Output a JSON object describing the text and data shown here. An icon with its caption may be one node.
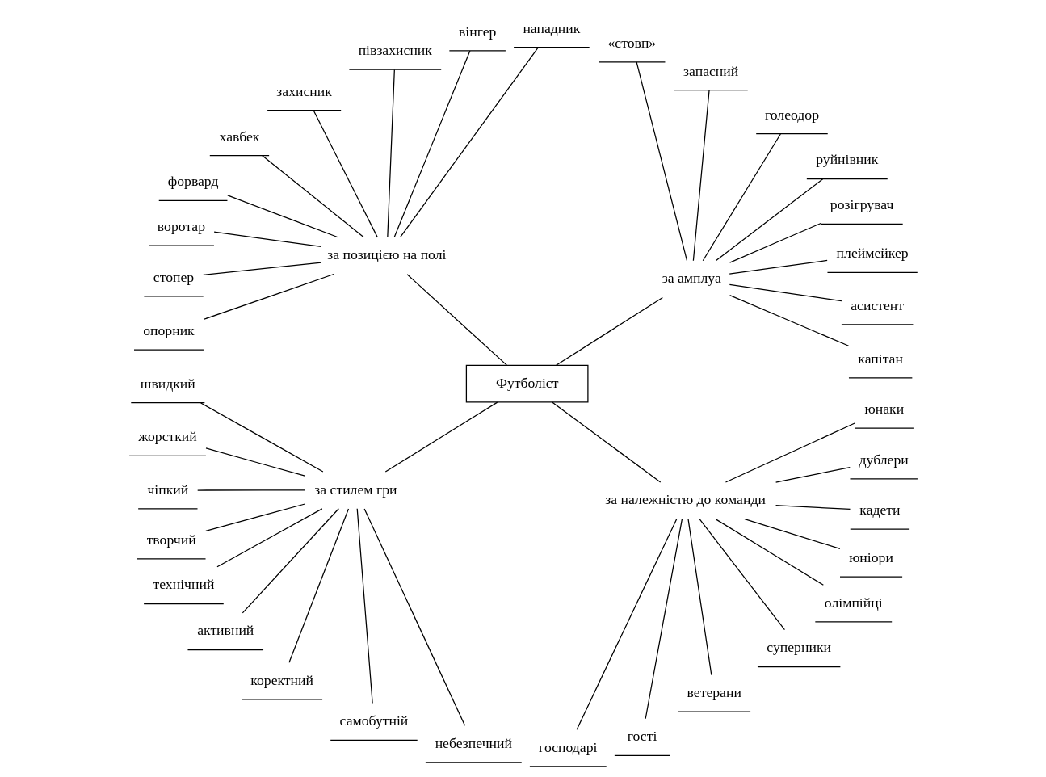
{
  "diagram": {
    "nodes": [
      {
        "text": [
          "за амплуа"
        ]
      },
      {
        "text": [
          "капітан"
        ]
      },
      {
        "text": [
          "асистент"
        ]
      },
      {
        "text": [
          "плеймейкер"
        ]
      },
      {
        "text": [
          "розігрувач"
        ]
      },
      {
        "text": [
          "руйнівник"
        ]
      },
      {
        "text": [
          "голеодор"
        ]
      },
      {
        "text": [
          "запасний"
        ]
      },
      {
        "text": [
          "«стовп»"
        ]
      },
      {
        "text": [
          "за позицією на полі"
        ]
      },
      {
        "text": [
          "нападник"
        ]
      },
      {
        "text": [
          "вінгер"
        ]
      },
      {
        "text": [
          "півзахисник"
        ]
      },
      {
        "text": [
          "захисник"
        ]
      },
      {
        "text": [
          "хавбек"
        ]
      },
      {
        "text": [
          "форвард"
        ]
      },
      {
        "text": [
          "воротар"
        ]
      },
      {
        "text": [
          "стопер"
        ]
      },
      {
        "text": [
          "опорник"
        ]
      },
      {
        "text": [
          "за стилем гри"
        ]
      },
      {
        "text": [
          "швидкий"
        ]
      },
      {
        "text": [
          "жорсткий"
        ]
      },
      {
        "text": [
          "чіпкий"
        ]
      },
      {
        "text": [
          "творчий"
        ]
      },
      {
        "text": [
          "технічний"
        ]
      },
      {
        "text": [
          "активний"
        ]
      },
      {
        "text": [
          "коректний"
        ]
      },
      {
        "text": [
          "самобутній"
        ]
      },
      {
        "text": [
          "небезпечний"
        ]
      },
      {
        "text": [
          "за належністю до команди"
        ]
      },
      {
        "text": [
          "господарі"
        ]
      },
      {
        "text": [
          "гості"
        ]
      },
      {
        "text": [
          "ветерани"
        ]
      },
      {
        "text": [
          "суперники"
        ]
      },
      {
        "text": [
          "олімпійці"
        ]
      },
      {
        "text": [
          "юніори"
        ]
      },
      {
        "text": [
          "кадети"
        ]
      },
      {
        "text": [
          "дублери"
        ]
      },
      {
        "text": [
          "юнаки"
        ]
      },
      {
        "text": [
          "Футболіст"
        ]
      }
    ],
    "edges": [
      {
        "from": 39,
        "to": 0,
        "arrow": "none"
      },
      {
        "from": 39,
        "to": 9,
        "arrow": "none"
      },
      {
        "from": 39,
        "to": 19,
        "arrow": "none"
      },
      {
        "from": 39,
        "to": 29,
        "arrow": "none"
      },
      {
        "from": 0,
        "to": 1,
        "arrow": "none"
      },
      {
        "from": 0,
        "to": 2,
        "arrow": "none"
      },
      {
        "from": 0,
        "to": 3,
        "arrow": "none"
      },
      {
        "from": 0,
        "to": 4,
        "arrow": "none"
      },
      {
        "from": 0,
        "to": 5,
        "arrow": "none"
      },
      {
        "from": 0,
        "to": 6,
        "arrow": "none"
      },
      {
        "from": 0,
        "to": 7,
        "arrow": "none"
      },
      {
        "from": 0,
        "to": 8,
        "arrow": "none"
      },
      {
        "from": 9,
        "to": 10,
        "arrow": "none"
      },
      {
        "from": 9,
        "to": 11,
        "arrow": "none"
      },
      {
        "from": 9,
        "to": 12,
        "arrow": "none"
      },
      {
        "from": 9,
        "to": 13,
        "arrow": "none"
      },
      {
        "from": 9,
        "to": 14,
        "arrow": "none"
      },
      {
        "from": 9,
        "to": 15,
        "arrow": "none"
      },
      {
        "from": 9,
        "to": 16,
        "arrow": "none"
      },
      {
        "from": 9,
        "to": 17,
        "arrow": "none"
      },
      {
        "from": 9,
        "to": 18,
        "arrow": "none"
      },
      {
        "from": 19,
        "to": 20,
        "arrow": "none"
      },
      {
        "from": 19,
        "to": 21,
        "arrow": "none"
      },
      {
        "from": 19,
        "to": 22,
        "arrow": "none"
      },
      {
        "from": 19,
        "to": 23,
        "arrow": "none"
      },
      {
        "from": 19,
        "to": 24,
        "arrow": "none"
      },
      {
        "from": 19,
        "to": 25,
        "arrow": "none"
      },
      {
        "from": 19,
        "to": 26,
        "arrow": "none"
      },
      {
        "from": 19,
        "to": 27,
        "arrow": "none"
      },
      {
        "from": 19,
        "to": 28,
        "arrow": "none"
      },
      {
        "from": 29,
        "to": 30,
        "arrow": "none"
      },
      {
        "from": 29,
        "to": 31,
        "arrow": "none"
      },
      {
        "from": 29,
        "to": 32,
        "arrow": "none"
      },
      {
        "from": 29,
        "to": 33,
        "arrow": "none"
      },
      {
        "from": 29,
        "to": 34,
        "arrow": "none"
      },
      {
        "from": 29,
        "to": 35,
        "arrow": "none"
      },
      {
        "from": 29,
        "to": 36,
        "arrow": "none"
      },
      {
        "from": 29,
        "to": 37,
        "arrow": "none"
      },
      {
        "from": 29,
        "to": 38,
        "arrow": "none"
      }
    ]
  }
}
